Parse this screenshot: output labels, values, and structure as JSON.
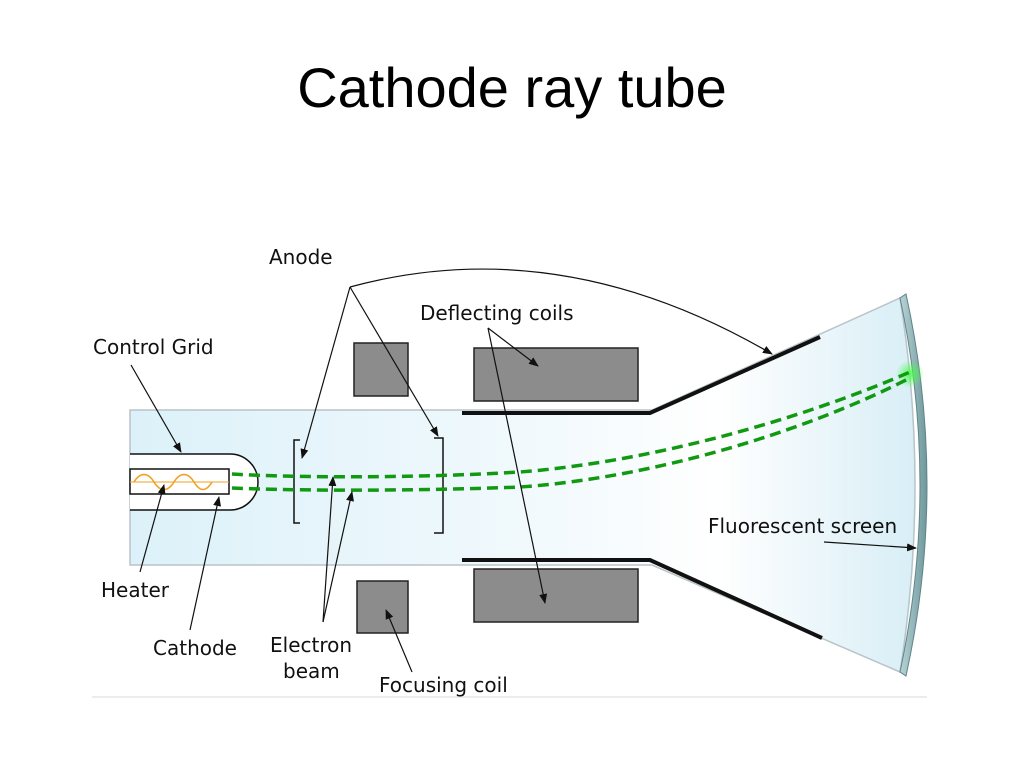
{
  "slide": {
    "title": "Cathode ray tube"
  },
  "diagram": {
    "labels": {
      "anode": "Anode",
      "deflecting_coils": "Deflecting coils",
      "control_grid": "Control Grid",
      "fluorescent_screen": "Fluorescent screen",
      "heater": "Heater",
      "cathode": "Cathode",
      "electron_beam_line1": "Electron",
      "electron_beam_line2": "beam",
      "focusing_coil": "Focusing coil"
    },
    "colors": {
      "tube_fill": "#e2f3fa",
      "tube_outline": "#b8c4c8",
      "coil": "#8c8c8c",
      "beam": "#119911",
      "heater_wire": "#f0a020",
      "screen": "#7fa8ad",
      "screen_glow": "#44ff44"
    }
  }
}
